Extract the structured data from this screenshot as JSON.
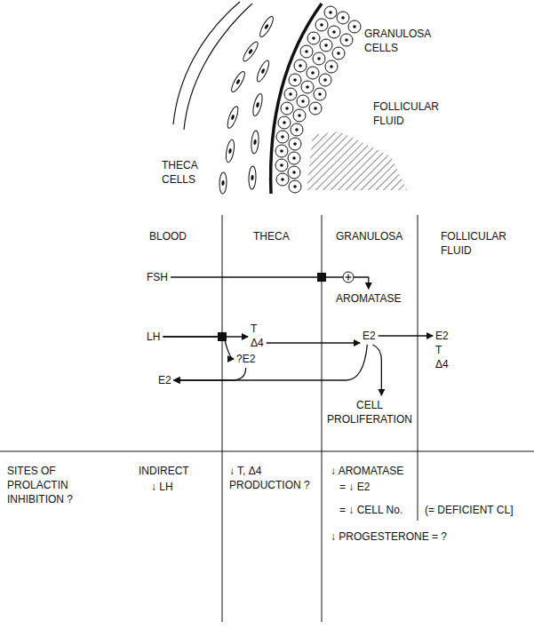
{
  "diagram": {
    "nodes": [
      {
        "text": [
          "FSH"
        ]
      },
      {
        "text": [
          "AROMATASE"
        ]
      },
      {
        "text": [
          "LH"
        ]
      },
      {
        "text": [
          "T Δ4"
        ]
      },
      {
        "text": [
          "E2"
        ]
      },
      {
        "text": [
          "E2 T Δ4"
        ]
      },
      {
        "text": [
          "?E2"
        ]
      },
      {
        "text": [
          "E2"
        ]
      },
      {
        "text": [
          "CELL PROLIFERATION"
        ]
      }
    ],
    "edges": [
      {
        "from": 0,
        "to": 1,
        "arrow": "to"
      },
      {
        "from": 2,
        "to": 3,
        "arrow": "to"
      },
      {
        "from": 2,
        "to": 6,
        "arrow": "to"
      },
      {
        "from": 3,
        "to": 4,
        "arrow": "to"
      },
      {
        "from": 4,
        "to": 5,
        "arrow": "to"
      },
      {
        "from": 4,
        "to": 8,
        "arrow": "to"
      },
      {
        "from": 4,
        "to": 7,
        "arrow": "to"
      },
      {
        "from": 6,
        "to": 7,
        "arrow": "to"
      }
    ],
    "labels": [
      "GRANULOSA CELLS",
      "FOLLICULAR FLUID",
      "THECA CELLS",
      "BLOOD",
      "THECA",
      "GRANULOSA",
      "FOLLICULAR FLUID",
      "SITES OF PROLACTIN INHIBITION ?",
      "INDIRECT",
      "↓ LH",
      "↓ T, Δ4 PRODUCTION ?",
      "↓ AROMATASE",
      "= ↓ E2",
      "= ↓ CELL No.",
      "(= DEFICIENT CL]",
      "↓ PROGESTERONE = ?"
    ]
  }
}
